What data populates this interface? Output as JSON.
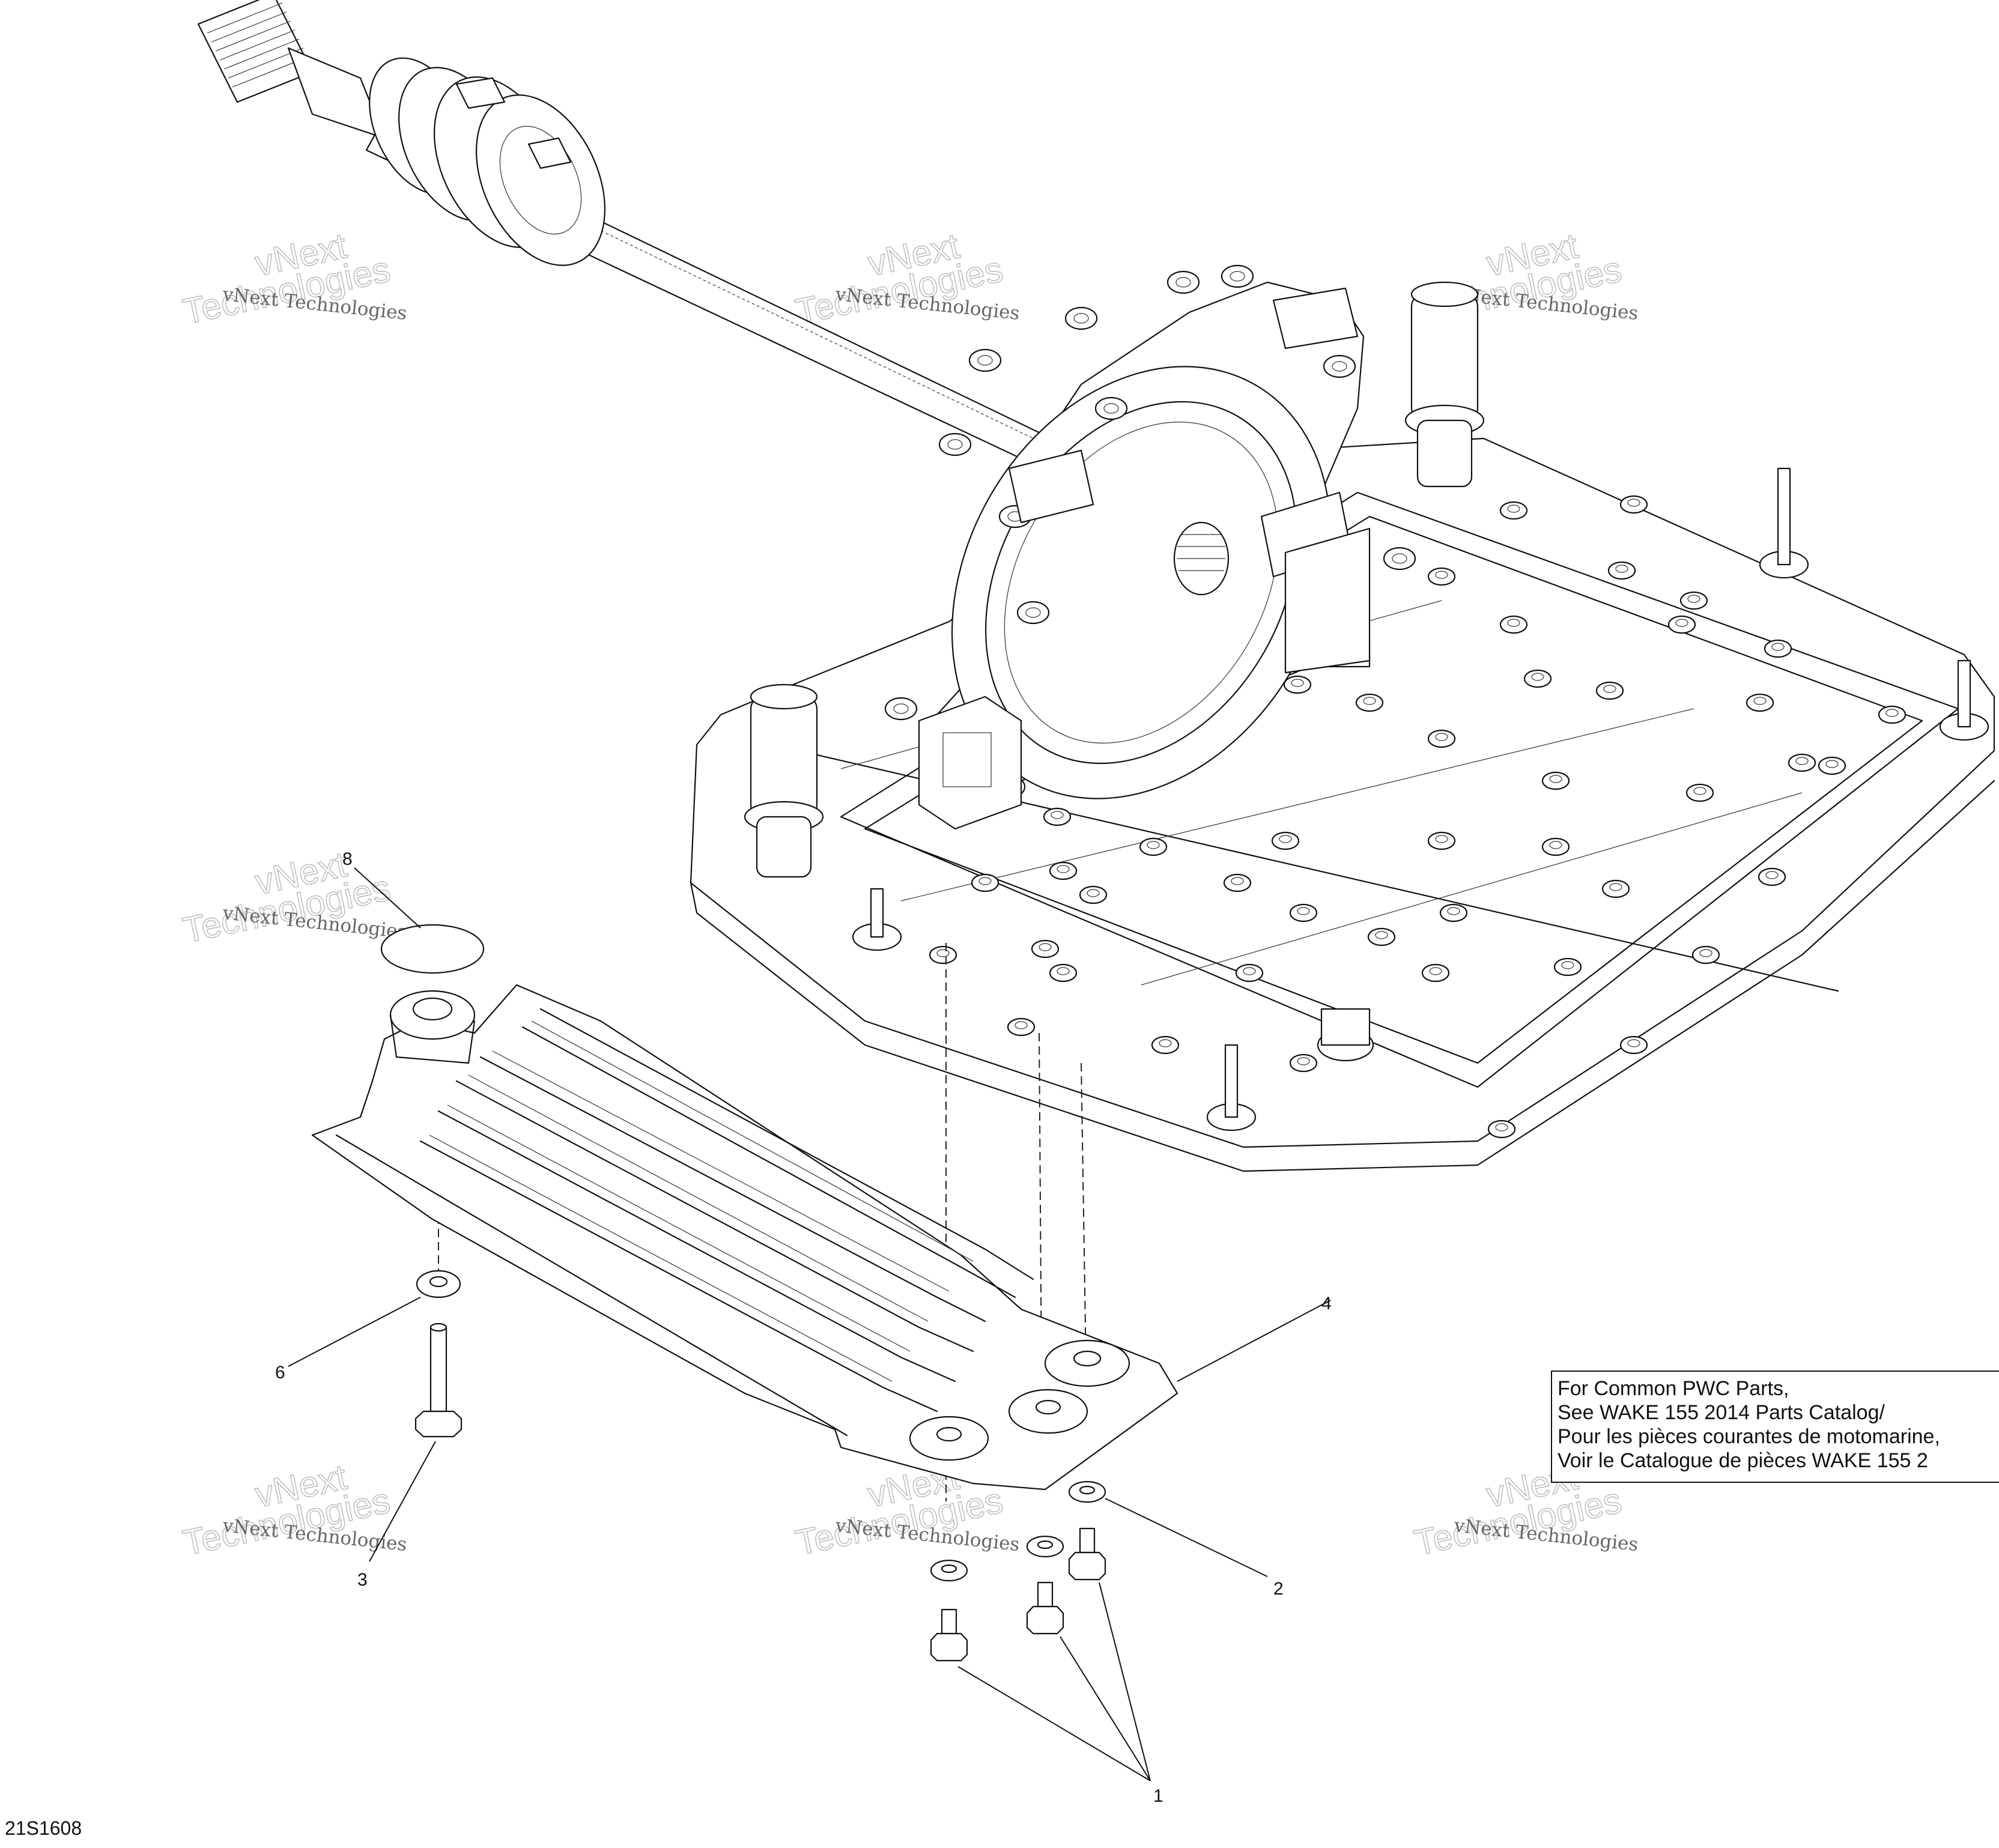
{
  "callouts": [
    {
      "label": "1"
    },
    {
      "label": "2"
    },
    {
      "label": "3"
    },
    {
      "label": "4"
    },
    {
      "label": "6"
    },
    {
      "label": "8"
    }
  ],
  "note": {
    "lines": [
      "For Common PWC Parts,",
      "See WAKE 155 2014 Parts Catalog/",
      "Pour les pièces courantes de motomarine,",
      "Voir le Catalogue de pièces WAKE 155 2"
    ]
  },
  "watermark": {
    "small": "vNext Technologies",
    "big_top": "vNext",
    "big_bottom": "Technologies"
  },
  "drawing_code": "21S1608"
}
